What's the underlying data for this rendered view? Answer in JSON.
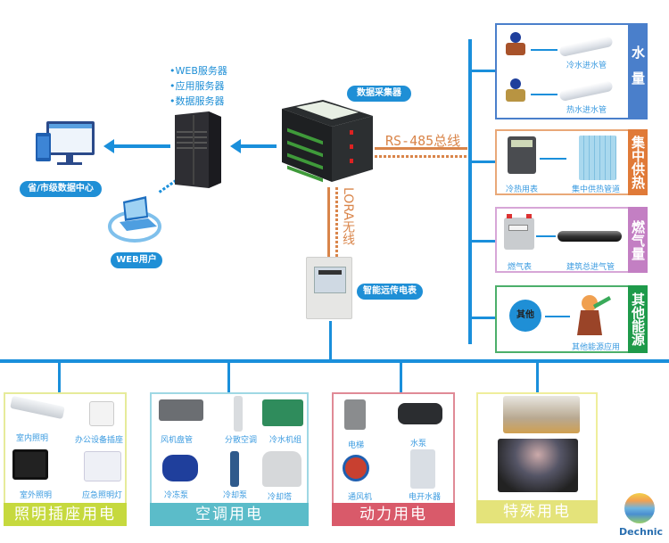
{
  "servers": {
    "list": [
      "•WEB服务器",
      "•应用服务器",
      "•数据服务器"
    ]
  },
  "nodes": {
    "data_center": "省/市级数据中心",
    "web_user": "WEB用户",
    "collector": "数据采集器",
    "smart_meter": "智能远传电表"
  },
  "links": {
    "rs485": "RS-485总线",
    "lora": "LORA无线"
  },
  "energy": [
    {
      "tag": "水量",
      "color": "#4a7fcb",
      "items": [
        "冷水进水管",
        "热水进水管"
      ]
    },
    {
      "tag": "集中供热",
      "color": "#e07a38",
      "items": [
        "冷热用表",
        "集中供热管道"
      ]
    },
    {
      "tag": "燃气量",
      "color": "#c37fc3",
      "items": [
        "燃气表",
        "建筑总进气管"
      ]
    },
    {
      "tag": "其他能源",
      "color": "#1e9a4a",
      "items": [
        "其他",
        "其他能源应用"
      ]
    }
  ],
  "loads": [
    {
      "title": "照明插座用电",
      "color": "#c6d93e",
      "items": [
        "室内照明",
        "办公设备插座",
        "室外照明",
        "应急照明灯"
      ]
    },
    {
      "title": "空调用电",
      "color": "#5bbcc9",
      "items": [
        "风机盘管",
        "分散空调",
        "冷水机组",
        "冷冻泵",
        "冷却泵",
        "冷却塔"
      ]
    },
    {
      "title": "动力用电",
      "color": "#d95a6a",
      "items": [
        "电梯",
        "水泵",
        "通风机",
        "电开水器"
      ]
    },
    {
      "title": "特殊用电",
      "color": "#e4e37a",
      "items": []
    }
  ],
  "brand": {
    "name": "Dechnic"
  }
}
